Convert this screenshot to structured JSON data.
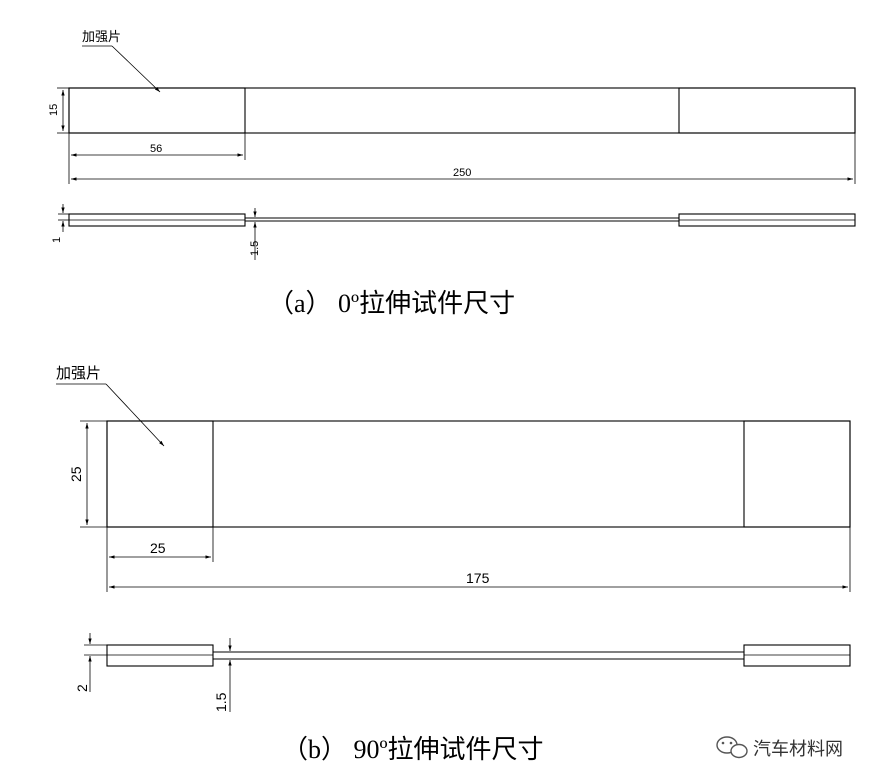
{
  "figure_a": {
    "tab_label": "加强片",
    "dims": {
      "width": "15",
      "tab_length": "56",
      "total_length": "250",
      "tab_thickness": "1",
      "specimen_thickness": "1.5"
    },
    "caption": "（a）  0º拉伸试件尺寸"
  },
  "figure_b": {
    "tab_label": "加强片",
    "dims": {
      "width": "25",
      "tab_length": "25",
      "total_length": "175",
      "tab_thickness": "2",
      "specimen_thickness": "1.5"
    },
    "caption": "（b）  90º拉伸试件尺寸"
  },
  "watermark": {
    "text": "汽车材料网",
    "icon": "wechat-icon"
  }
}
